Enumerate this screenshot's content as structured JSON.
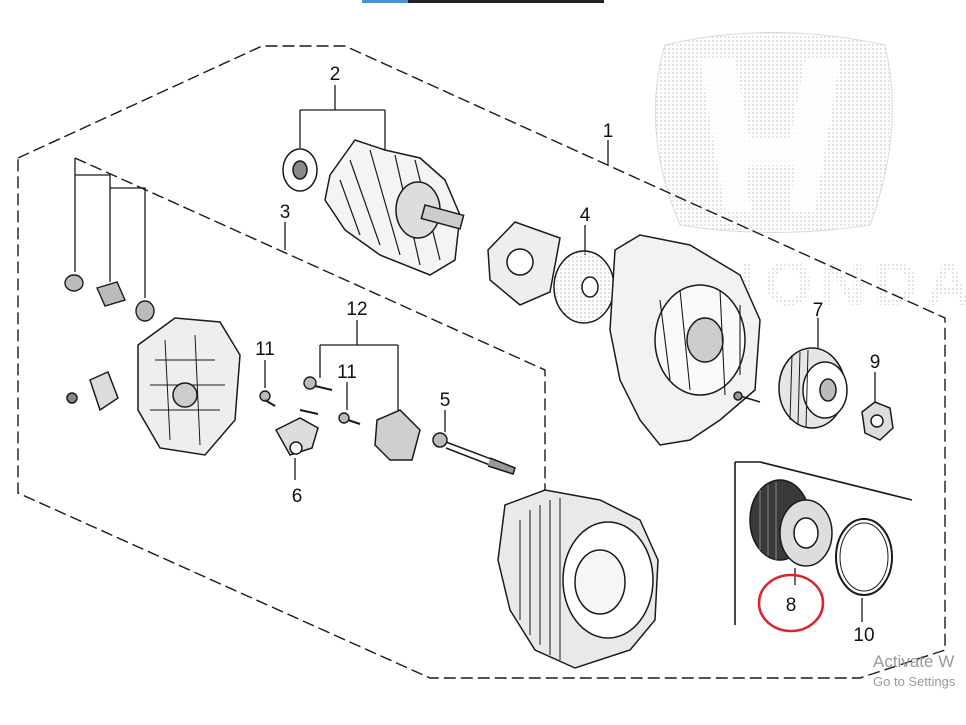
{
  "labels": {
    "p1": "1",
    "p2": "2",
    "p3": "3",
    "p4": "4",
    "p5": "5",
    "p6": "6",
    "p7": "7",
    "p8": "8",
    "p9": "9",
    "p10": "10",
    "p11a": "11",
    "p11b": "11",
    "p12": "12"
  },
  "watermark": {
    "brand": "HONDA"
  },
  "overlay": {
    "line1": "Activate W",
    "line2": "Go to Settings"
  },
  "colors": {
    "highlight": "#d9262c",
    "line": "#1a1a1a",
    "watermark": "#d6d6d6"
  }
}
